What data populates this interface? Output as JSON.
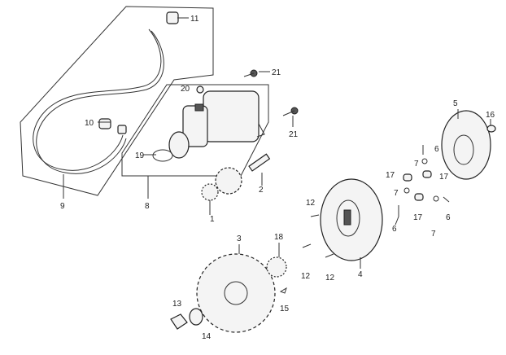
{
  "callouts": {
    "c1": "1",
    "c2": "2",
    "c3": "3",
    "c4": "4",
    "c5": "5",
    "c6a": "6",
    "c6b": "6",
    "c6c": "6",
    "c7a": "7",
    "c7b": "7",
    "c7c": "7",
    "c8": "8",
    "c9": "9",
    "c10": "10",
    "c11": "11",
    "c12a": "12",
    "c12b": "12",
    "c12c": "12",
    "c13": "13",
    "c14": "14",
    "c15": "15",
    "c16": "16",
    "c17a": "17",
    "c17b": "17",
    "c17c": "17",
    "c18": "18",
    "c19": "19",
    "c20": "20",
    "c21a": "21",
    "c21b": "21"
  },
  "icons": {
    "starter": "starter-motor-icon",
    "flywheel": "flywheel-icon",
    "sprocket": "sprocket-gear-icon",
    "cable": "cable-icon"
  }
}
